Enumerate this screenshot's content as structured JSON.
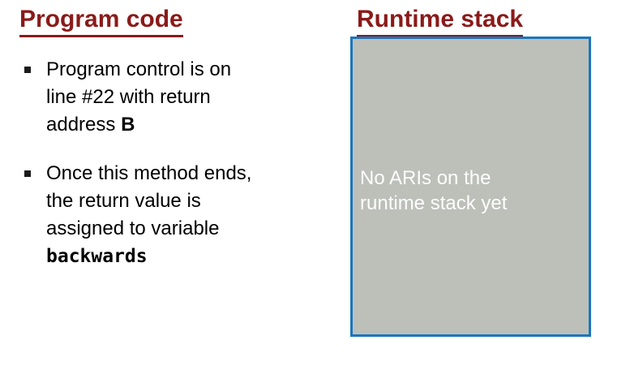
{
  "colors": {
    "heading": "#8b1a1a",
    "body_text": "#000000",
    "stack_fill": "#bdc0b9",
    "stack_border": "#1a76bd",
    "stack_text": "#fdfdfd",
    "background": "#ffffff"
  },
  "left": {
    "heading": "Program code",
    "bullet1": {
      "line1": "Program control is on",
      "line2": "line #22 with return",
      "line3_prefix": "address ",
      "line3_bold": "B"
    },
    "bullet2": {
      "line1": "Once this method ends,",
      "line2": "the return value is",
      "line3": "assigned to variable",
      "line4_code": "backwards"
    }
  },
  "right": {
    "heading": "Runtime stack",
    "stack_box": {
      "line1": "No ARIs on the",
      "line2": "runtime stack yet"
    }
  }
}
